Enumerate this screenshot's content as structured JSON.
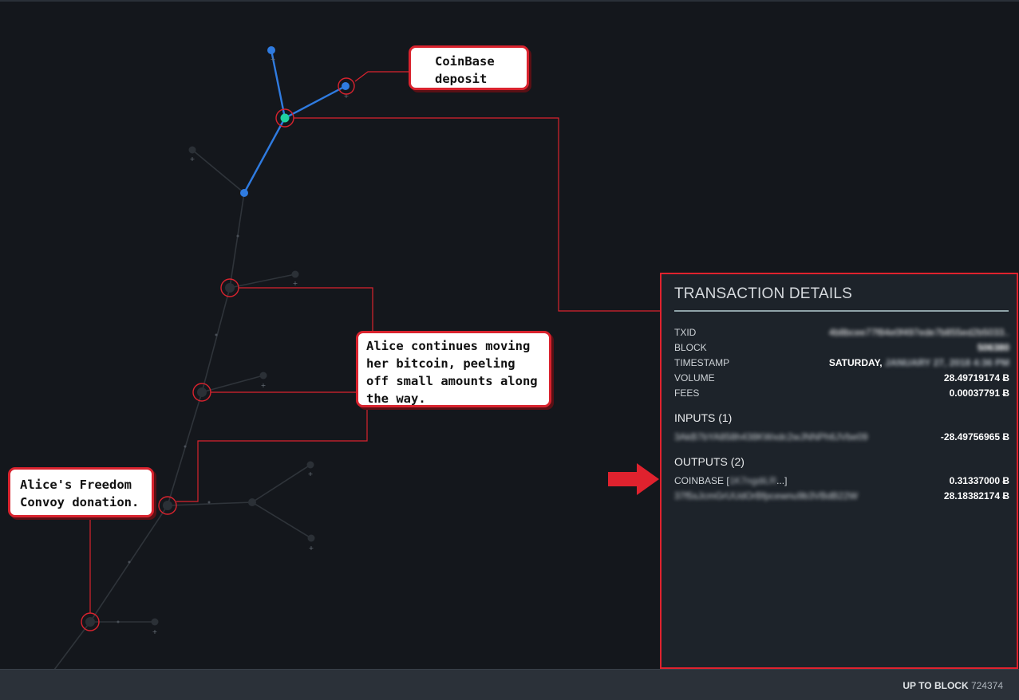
{
  "callouts": {
    "coinbase": [
      "CoinBase",
      "deposit"
    ],
    "alice_moving": [
      "Alice continues moving",
      "her bitcoin, peeling",
      "off small amounts along",
      "the way."
    ],
    "freedom": [
      "Alice's Freedom",
      "Convoy donation."
    ]
  },
  "panel": {
    "title": "TRANSACTION DETAILS",
    "txid_label": "TXID",
    "txid_value": "4b8bcee77f84e0f497ede7b855ed2b5033..",
    "block_label": "BLOCK",
    "block_value": "506380",
    "timestamp_label": "TIMESTAMP",
    "timestamp_value_prefix": "SATURDAY,",
    "timestamp_value_blur": " JANUARY 27, 2018 4:36 PM",
    "volume_label": "VOLUME",
    "volume_value": "28.49719174 Ƀ",
    "fees_label": "FEES",
    "fees_value": "0.00037791 Ƀ",
    "inputs_heading": "INPUTS (1)",
    "inputs": [
      {
        "address": "3AkB7bYA858h438KWxdc2wJNNPh6JVbe09",
        "amount": "-28.49756965 Ƀ"
      }
    ],
    "outputs_heading": "OUTPUTS (2)",
    "outputs": [
      {
        "address_prefix": "COINBASE [",
        "address_blur": "1K7ngdiLR",
        "address_suffix": "...]",
        "amount": "0.31337000 Ƀ"
      },
      {
        "address_blur": "37f5sJcmGrUUdOrBfpcewnu9b3VBdB22W",
        "amount": "28.18382174 Ƀ"
      }
    ]
  },
  "status": {
    "label": "UP TO BLOCK",
    "block": "724374"
  },
  "colors": {
    "highlight_blue": "#2f7be0",
    "selected_green": "#1fd1a0",
    "annotation_red": "#d9232e"
  },
  "icons": [
    "red-arrow-icon"
  ]
}
